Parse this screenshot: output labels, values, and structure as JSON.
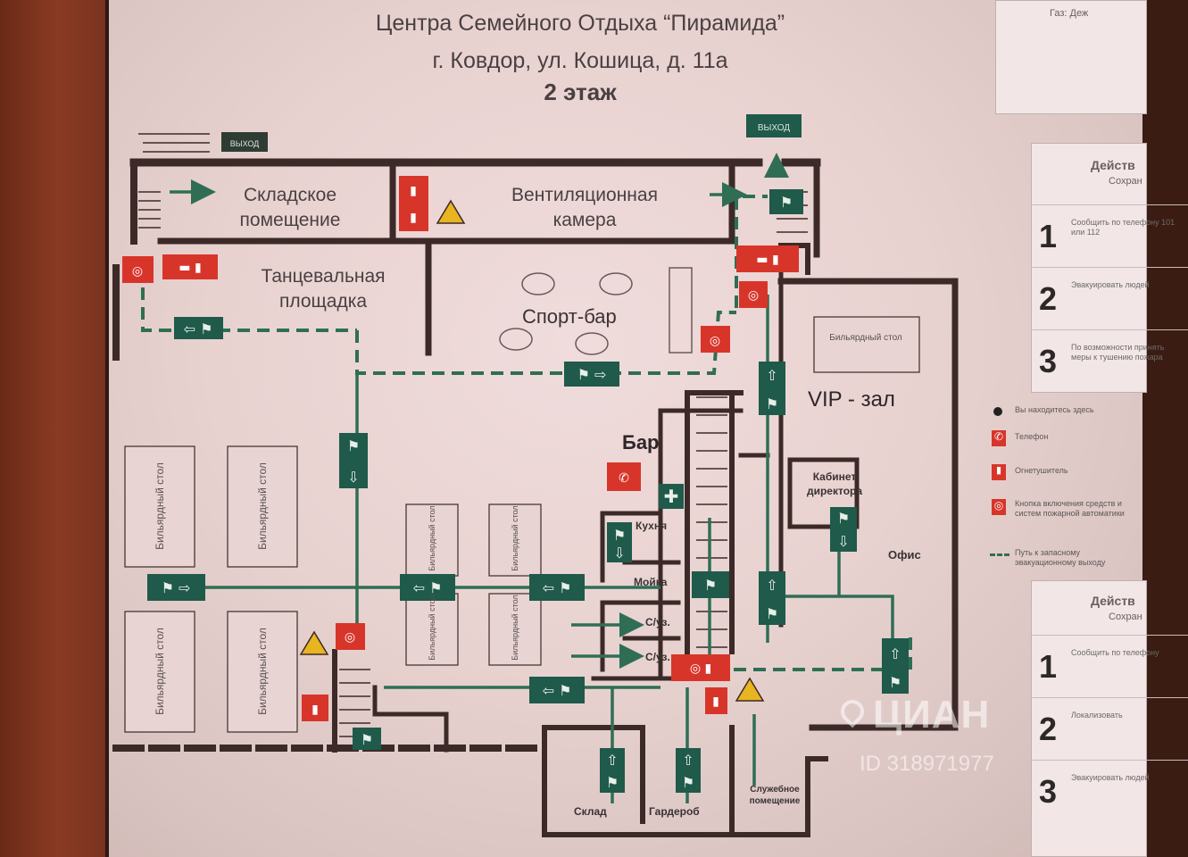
{
  "header": {
    "title_line1": "Центра Семейного Отдыха “Пирамида”",
    "title_line2": "г. Ковдор, ул. Кошица, д. 11а",
    "floor": "2 этаж"
  },
  "rooms": {
    "storage": "Складское помещение",
    "ventilation": "Вентиляционная камера",
    "dance": "Танцевальная площадка",
    "sportbar": "Спорт-бар",
    "vip": "VIP - зал",
    "bar": "Бар",
    "kitchen": "Кухня",
    "wash": "Мойка",
    "wc1": "С/уз.",
    "wc2": "С/уз.",
    "director": "Кабинет директора",
    "office": "Офис",
    "warehouse": "Склад",
    "cloakroom": "Гардероб",
    "service": "Служебное помещение"
  },
  "exit_sign": "ВЫХОД",
  "billiard_table": "Бильярдный стол",
  "colors": {
    "wall": "#3c2a28",
    "exit_green": "#1f5a4a",
    "path_green": "#2f6e55",
    "fire_red": "#d8352a",
    "panel_bg": "#f2e6e6",
    "hazard_yellow": "#e8b420"
  },
  "legend": {
    "panel1_head": "Действ",
    "panel1_sub": "Сохран",
    "step1": "Сообщить по телефону 101 или 112",
    "step2": "Эвакуировать людей",
    "step3": "По возможности принять меры к тушению пожара",
    "you_are_here": "Вы находитесь здесь",
    "phone": "Телефон",
    "extinguisher": "Огнетушитель",
    "fire_button": "Кнопка включения средств и систем пожарной автоматики",
    "evac_path": "Путь к запасному эвакуационному выходу",
    "panel2_head": "Действ",
    "panel2_sub": "Сохран",
    "step2_1": "Сообщить по телефону",
    "step2_2": "Локализовать",
    "step2_3": "Эвакуировать людей",
    "top_right": "Газ: Деж"
  },
  "watermark": {
    "logo": "ЦИАН",
    "id": "ID 318971977"
  }
}
